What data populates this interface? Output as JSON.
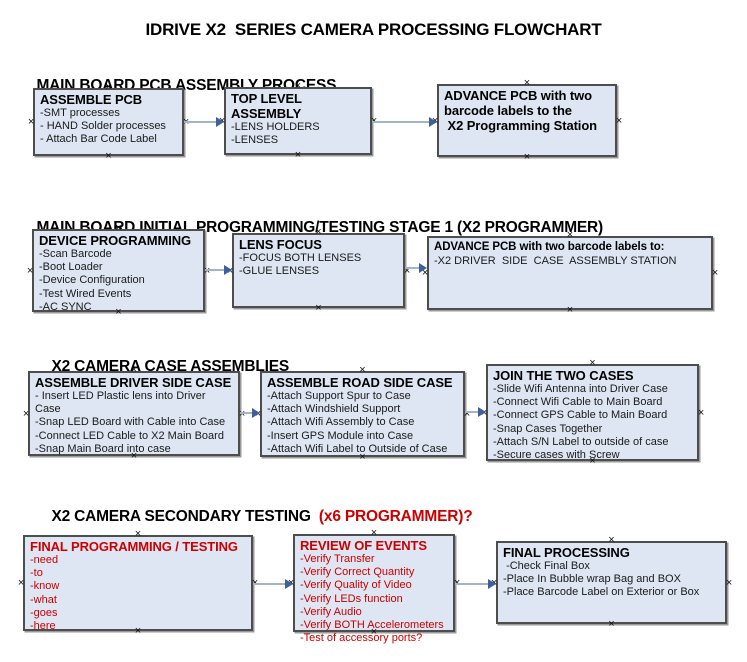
{
  "title": "IDRIVE X2  SERIES CAMERA PROCESSING FLOWCHART",
  "colors": {
    "background": "#ffffff",
    "box_fill": "#dde6f2",
    "box_border": "#4d4d4d",
    "text": "#000000",
    "red_text": "#cc0000",
    "arrow_line": "#a2b4ca",
    "arrow_head": "#3f5e9c"
  },
  "connector_handle_glyph": "×",
  "sections": [
    {
      "heading": "MAIN BOARD PCB ASSEMBLY PROCESS",
      "boxes": [
        {
          "title": "ASSEMBLE PCB",
          "items": [
            "-SMT processes",
            "- HAND Solder processes",
            "- Attach Bar Code Label"
          ]
        },
        {
          "title": "TOP LEVEL ASSEMBLY",
          "items": [
            "-LENS HOLDERS",
            "-LENSES"
          ]
        },
        {
          "title": "ADVANCE PCB with two\nbarcode labels to the\n X2 Programming Station",
          "items": []
        }
      ]
    },
    {
      "heading": "MAIN BOARD INITIAL PROGRAMMING/TESTING STAGE 1 (X2 PROGRAMMER)",
      "boxes": [
        {
          "title": "DEVICE PROGRAMMING",
          "items": [
            "-Scan Barcode",
            "-Boot Loader",
            "-Device Configuration",
            "-Test Wired Events",
            "-AC SYNC"
          ]
        },
        {
          "title": "LENS FOCUS",
          "items": [
            "-FOCUS BOTH LENSES",
            "-GLUE LENSES"
          ]
        },
        {
          "title": "ADVANCE PCB with two barcode labels to:",
          "items": [
            "-X2 DRIVER  SIDE  CASE  ASSEMBLY STATION"
          ]
        }
      ]
    },
    {
      "heading": "X2 CAMERA CASE ASSEMBLIES",
      "boxes": [
        {
          "title": "ASSEMBLE DRIVER SIDE CASE",
          "items": [
            "- Insert LED Plastic lens into Driver Case",
            "-Snap LED Board with Cable into Case",
            "-Connect LED Cable to X2 Main Board",
            "-Snap Main Board into case"
          ]
        },
        {
          "title": "ASSEMBLE ROAD SIDE CASE",
          "items": [
            "-Attach Support Spur to Case",
            "-Attach Windshield Support",
            "-Attach Wifi Assembly to Case",
            "-Insert GPS Module into Case",
            "-Attach Wifi Label to Outside of Case"
          ]
        },
        {
          "title": "JOIN THE TWO CASES",
          "items": [
            "-Slide Wifi Antenna into Driver Case",
            "-Connect Wifi Cable to Main Board",
            "-Connect GPS Cable to Main Board",
            "-Snap Cases Together",
            "-Attach S/N Label to outside of case",
            "-Secure cases with Screw"
          ]
        }
      ]
    },
    {
      "heading": "X2 CAMERA SECONDARY TESTING",
      "heading_suffix": "  (x6 PROGRAMMER)?",
      "boxes": [
        {
          "title": "FINAL PROGRAMMING / TESTING",
          "items": [
            "-need",
            "-to",
            "-know",
            "-what",
            "-goes",
            "-here"
          ]
        },
        {
          "title": "REVIEW OF EVENTS",
          "items": [
            "-Verify Transfer",
            "-Verify Correct Quantity",
            "-Verify Quality of Video",
            "-Verify LEDs function",
            "-Verify Audio",
            "-Verify BOTH Accelerometers",
            "-Test of accessory ports?"
          ]
        },
        {
          "title": "FINAL PROCESSING",
          "items": [
            " -Check Final Box",
            "-Place In Bubble wrap Bag and BOX",
            "-Place Barcode Label on Exterior or Box"
          ]
        }
      ]
    }
  ]
}
